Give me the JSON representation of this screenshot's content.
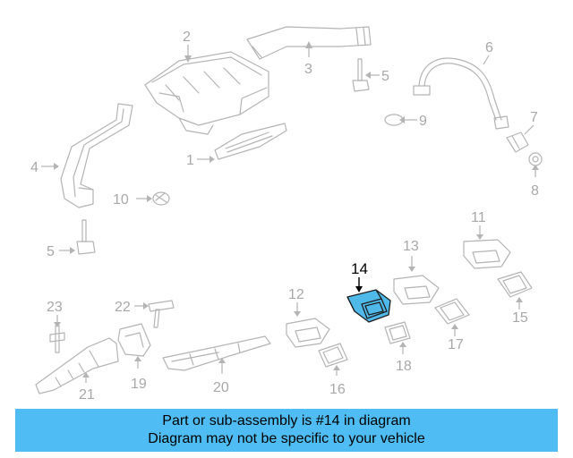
{
  "highlighted_part": "14",
  "callouts": [
    "1",
    "2",
    "3",
    "4",
    "5",
    "5",
    "6",
    "7",
    "8",
    "9",
    "10",
    "11",
    "12",
    "13",
    "14",
    "15",
    "16",
    "17",
    "18",
    "19",
    "20",
    "21",
    "22",
    "23"
  ],
  "banner": {
    "line1": "Part or sub-assembly is #14 in diagram",
    "line2": "Diagram may not be specific to your vehicle"
  },
  "colors": {
    "highlight": "#4fb9ea",
    "banner_bg": "#4fbdf3",
    "line_art": "#b4b4b4",
    "text": "#000000"
  }
}
